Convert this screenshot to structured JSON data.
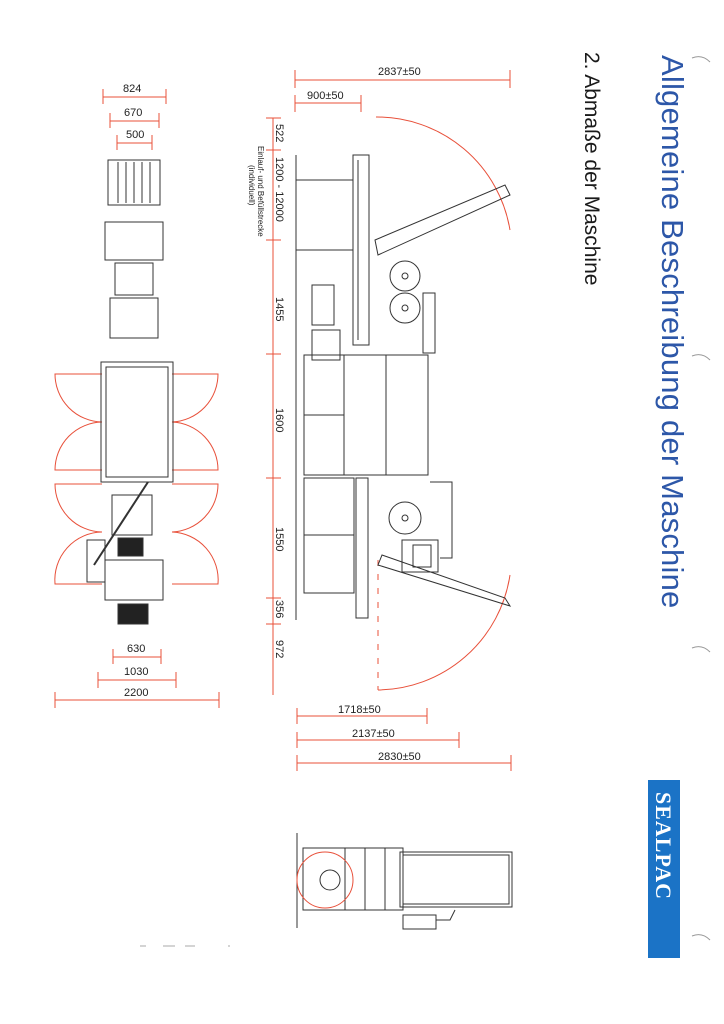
{
  "header": {
    "title": "Allgemeine Beschreibung der Maschine",
    "subtitle": "2. Abmaße der Maschine",
    "title_color": "#2d57a8"
  },
  "logo": {
    "text": "SEALPAC",
    "background": "#1b73c6"
  },
  "side_view": {
    "top_dimensions": [
      "2837±50",
      "900±50"
    ],
    "bottom_dimensions": [
      "1718±50",
      "2137±50",
      "2830±50"
    ],
    "length_segments": [
      "522",
      "1200 - 12000",
      "1455",
      "1600",
      "1550",
      "356",
      "972"
    ],
    "infeed_note_line1": "Einlauf- und Befüllstrecke",
    "infeed_note_line2": "(individuell)"
  },
  "top_view": {
    "top_dimensions": [
      "824",
      "670",
      "500"
    ],
    "bottom_dimensions": [
      "630",
      "1030",
      "2200"
    ]
  },
  "colors": {
    "dimension_line": "#e8503a",
    "drawing_line": "#333333"
  }
}
